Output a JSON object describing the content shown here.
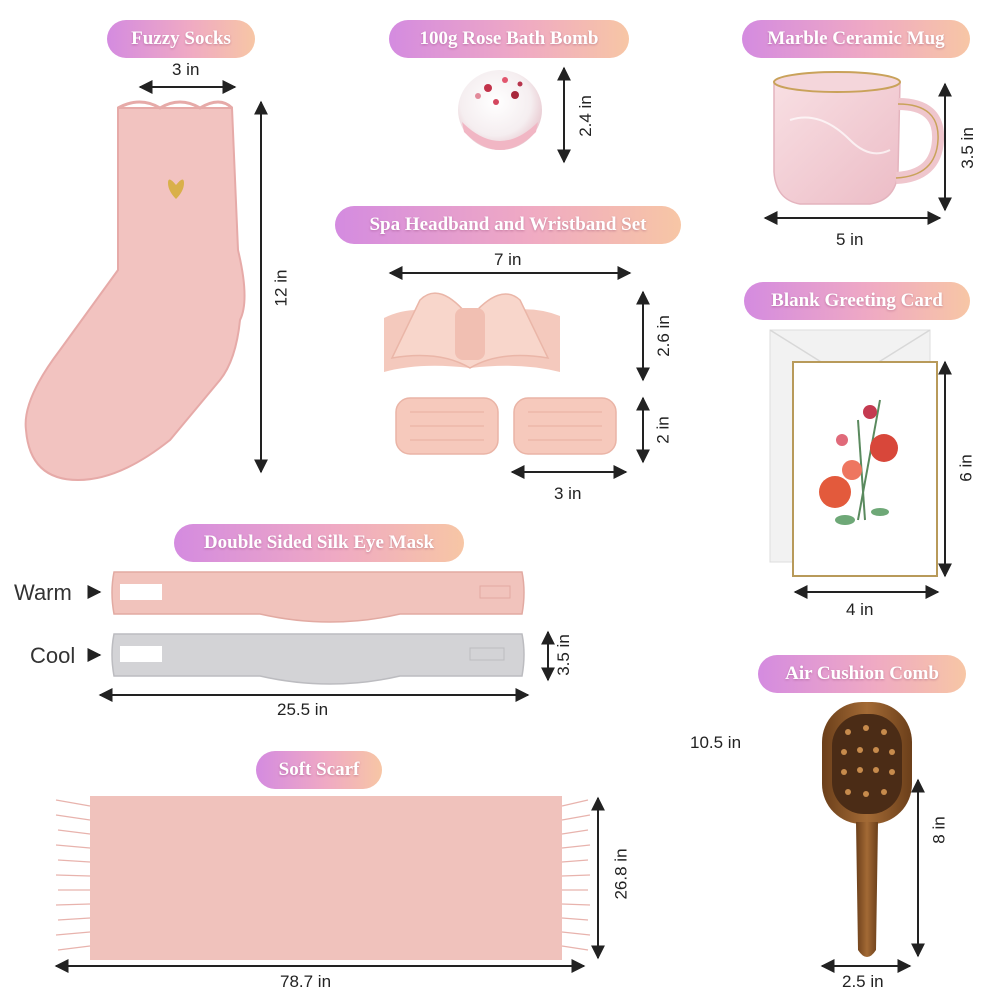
{
  "products": {
    "socks": {
      "title": "Fuzzy Socks",
      "width": "3 in",
      "height": "12 in"
    },
    "bath_bomb": {
      "title": "100g Rose Bath Bomb",
      "height": "2.4 in"
    },
    "mug": {
      "title": "Marble Ceramic Mug",
      "height": "3.5 in",
      "width": "5 in"
    },
    "spa_set": {
      "title": "Spa Headband and Wristband Set",
      "width": "7 in",
      "headband_height": "2.6 in",
      "wristband_height": "2 in",
      "wristband_width": "3 in"
    },
    "card": {
      "title": "Blank Greeting Card",
      "height": "6 in",
      "width": "4 in"
    },
    "eye_mask": {
      "title": "Double Sided Silk Eye Mask",
      "warm_label": "Warm",
      "cool_label": "Cool",
      "height": "3.5 in",
      "width": "25.5 in"
    },
    "scarf": {
      "title": "Soft Scarf",
      "height": "26.8 in",
      "width": "78.7 in"
    },
    "comb": {
      "title": "Air Cushion Comb",
      "side_label": "10.5 in",
      "height": "8 in",
      "width": "2.5 in"
    }
  },
  "colors": {
    "pill_gradient_start": "#d48be0",
    "pill_gradient_end": "#f7c6a5",
    "product_pink": "#f2c3c0",
    "mask_gray": "#c9c9cc",
    "comb_wood": "#8a5a2b"
  }
}
